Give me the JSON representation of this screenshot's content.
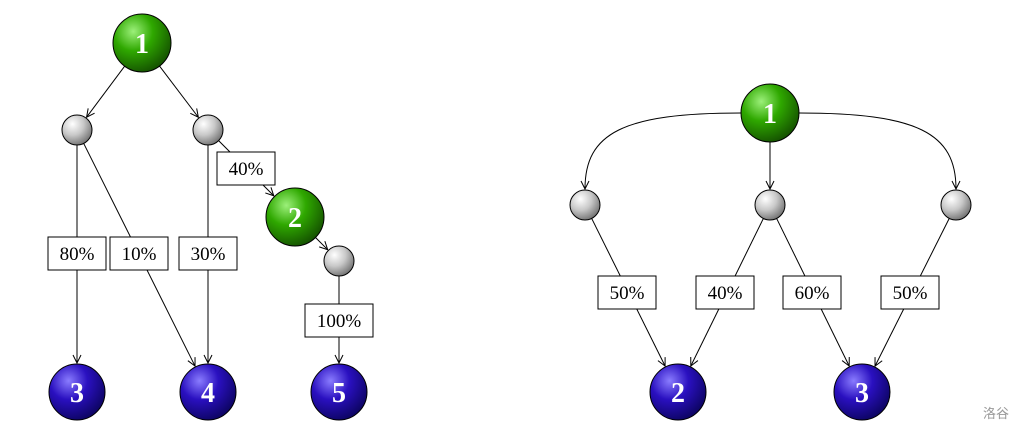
{
  "colors": {
    "green": "#2fa800",
    "blue": "#2a10c0",
    "gray": "#bdbdbd"
  },
  "left_tree": {
    "nodes": [
      {
        "id": "a1",
        "kind": "green",
        "label": "1"
      },
      {
        "id": "c1",
        "kind": "gray",
        "label": ""
      },
      {
        "id": "c2",
        "kind": "gray",
        "label": ""
      },
      {
        "id": "a2",
        "kind": "green",
        "label": "2"
      },
      {
        "id": "c3",
        "kind": "gray",
        "label": ""
      },
      {
        "id": "b3",
        "kind": "blue",
        "label": "3"
      },
      {
        "id": "b4",
        "kind": "blue",
        "label": "4"
      },
      {
        "id": "b5",
        "kind": "blue",
        "label": "5"
      }
    ],
    "edges": [
      {
        "from": "a1",
        "to": "c1",
        "label": ""
      },
      {
        "from": "a1",
        "to": "c2",
        "label": ""
      },
      {
        "from": "c1",
        "to": "b3",
        "label": "80%"
      },
      {
        "from": "c1",
        "to": "b4",
        "label": "10%"
      },
      {
        "from": "c2",
        "to": "b4",
        "label": "30%"
      },
      {
        "from": "c2",
        "to": "a2",
        "label": "40%"
      },
      {
        "from": "a2",
        "to": "c3",
        "label": ""
      },
      {
        "from": "c3",
        "to": "b5",
        "label": "100%"
      }
    ]
  },
  "right_tree": {
    "nodes": [
      {
        "id": "r1",
        "kind": "green",
        "label": "1"
      },
      {
        "id": "d1",
        "kind": "gray",
        "label": ""
      },
      {
        "id": "d2",
        "kind": "gray",
        "label": ""
      },
      {
        "id": "d3",
        "kind": "gray",
        "label": ""
      },
      {
        "id": "q2",
        "kind": "blue",
        "label": "2"
      },
      {
        "id": "q3",
        "kind": "blue",
        "label": "3"
      }
    ],
    "edges": [
      {
        "from": "r1",
        "to": "d1",
        "label": "",
        "curve": "left"
      },
      {
        "from": "r1",
        "to": "d2",
        "label": ""
      },
      {
        "from": "r1",
        "to": "d3",
        "label": "",
        "curve": "right"
      },
      {
        "from": "d1",
        "to": "q2",
        "label": "50%"
      },
      {
        "from": "d2",
        "to": "q2",
        "label": "40%"
      },
      {
        "from": "d2",
        "to": "q3",
        "label": "60%"
      },
      {
        "from": "d3",
        "to": "q3",
        "label": "50%"
      }
    ]
  },
  "watermark": "洛谷"
}
